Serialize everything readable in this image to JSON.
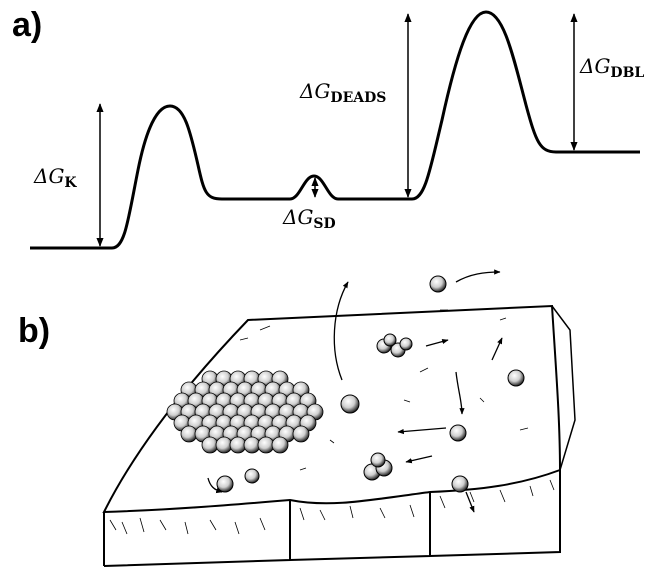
{
  "panels": {
    "a": {
      "label": "a)",
      "energy_labels": {
        "k": {
          "delta": "ΔG",
          "sub": "K"
        },
        "sd": {
          "delta": "ΔG",
          "sub": "SD"
        },
        "deads": {
          "delta": "ΔG",
          "sub": "DEADS"
        },
        "dbl": {
          "delta": "ΔG",
          "sub": "DBL"
        }
      }
    },
    "b": {
      "label": "b)"
    }
  },
  "colors": {
    "ink": "#000000",
    "background": "#ffffff"
  }
}
